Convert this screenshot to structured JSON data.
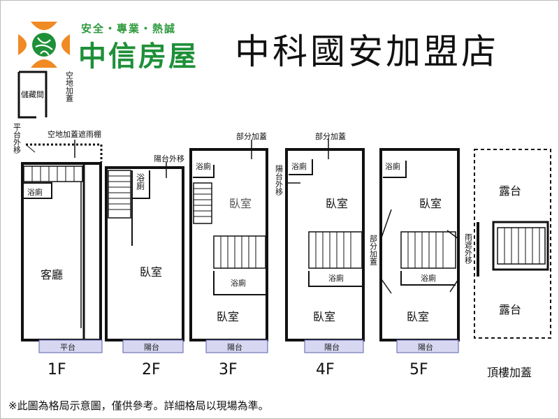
{
  "header": {
    "tagline": "安全・專業・熱誠",
    "brand": "中信房屋",
    "store": "中科國安加盟店"
  },
  "storage": {
    "label": "儲藏間",
    "note": "空地加蓋"
  },
  "floor1": {
    "platform_note": "平台外移",
    "canopy_note": "空地加蓋遮雨棚",
    "bath": "浴廁",
    "living": "客廳",
    "deck": "平台",
    "label": "1F"
  },
  "floor2": {
    "balcony_note": "陽台外移",
    "bath": "浴廁",
    "bedroom": "臥室",
    "balcony": "陽台",
    "label": "2F"
  },
  "floor3": {
    "addition_note": "部分加蓋",
    "bath": "浴廁",
    "bedroom1": "臥室",
    "bath2": "浴廁",
    "bedroom2": "臥室",
    "balcony": "陽台",
    "label": "3F"
  },
  "floor4": {
    "addition_note": "部分加蓋",
    "balcony_note": "陽台外移",
    "bath": "浴廁",
    "bedroom1": "臥室",
    "bath2": "浴廁",
    "bedroom2": "臥室",
    "balcony": "陽台",
    "label": "4F"
  },
  "floor5": {
    "addition_note": "部分加蓋",
    "canopy_note": "雨遮外移",
    "bath": "浴廁",
    "bedroom1": "臥室",
    "bath2": "浴廁",
    "bedroom2": "臥室",
    "balcony": "陽台",
    "label": "5F"
  },
  "roof": {
    "terrace1": "露台",
    "terrace2": "露台",
    "label": "頂樓加蓋"
  },
  "footer": {
    "note": "※此圖為格局示意圖，僅供參考。詳細格局以現場為準。"
  }
}
